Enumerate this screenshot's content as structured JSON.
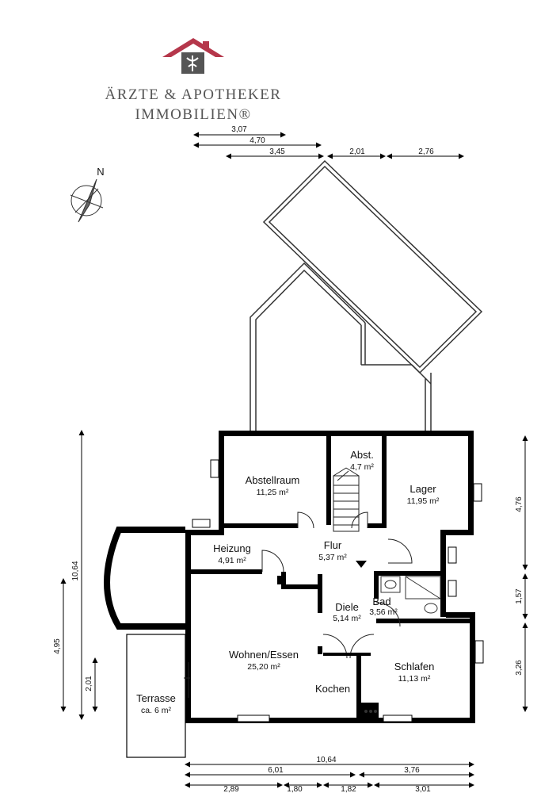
{
  "brand": {
    "line1": "ÄRZTE & APOTHEKER",
    "line2": "IMMOBILIEN®",
    "roof_color": "#b5374b",
    "text_color": "#555555"
  },
  "compass": {
    "label": "N",
    "icon": "compass-icon"
  },
  "rooms": {
    "abstellraum": {
      "name": "Abstellraum",
      "area": "11,25 m²"
    },
    "abst": {
      "name": "Abst.",
      "area": "4,7 m²"
    },
    "lager": {
      "name": "Lager",
      "area": "11,95 m²"
    },
    "heizung": {
      "name": "Heizung",
      "area": "4,91 m²"
    },
    "flur": {
      "name": "Flur",
      "area": "5,37 m²"
    },
    "diele": {
      "name": "Diele",
      "area": "5,14 m²"
    },
    "bad": {
      "name": "Bad",
      "area": "3,56 m²"
    },
    "wohnen": {
      "name": "Wohnen/Essen",
      "area": "25,20 m²"
    },
    "schlafen": {
      "name": "Schlafen",
      "area": "11,13 m²"
    },
    "kochen": {
      "name": "Kochen"
    },
    "terrasse": {
      "name": "Terrasse",
      "area": "ca. 6 m²"
    }
  },
  "dimensions": {
    "top": [
      "3,07",
      "4,70",
      "3,45",
      "2,01",
      "2,76"
    ],
    "bottom": [
      "10,64",
      "6,01",
      "3,76",
      "2,89",
      "1,80",
      "1,82",
      "3,01"
    ],
    "left": [
      "10,64",
      "4,95",
      "2,01"
    ],
    "right": [
      "4,76",
      "1,57",
      "3,26"
    ]
  }
}
